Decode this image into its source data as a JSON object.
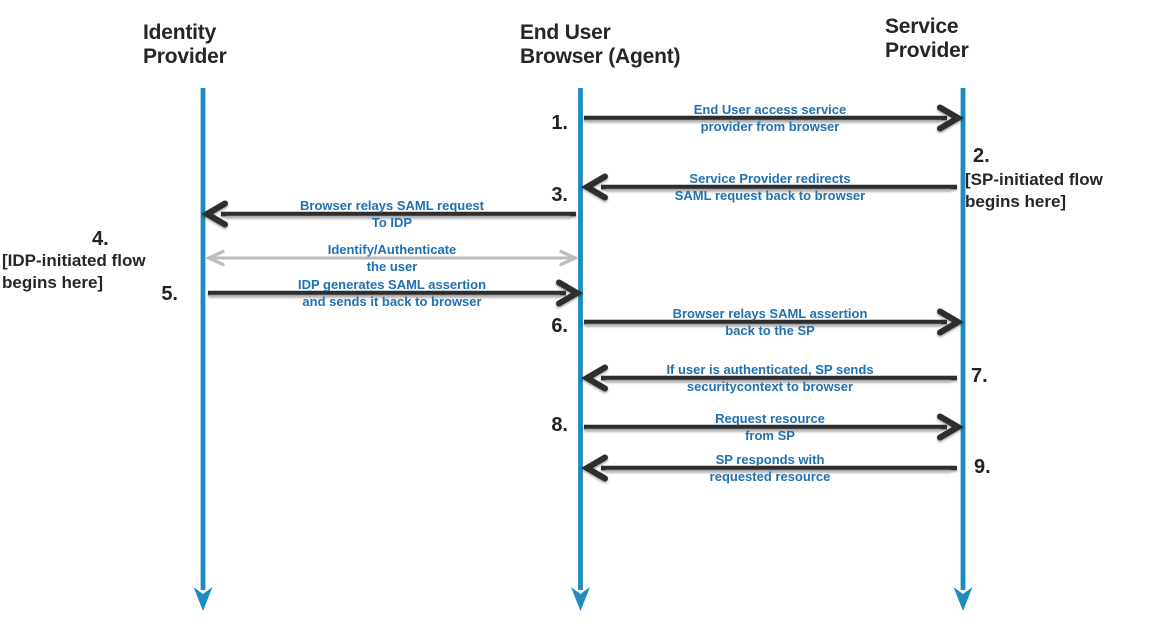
{
  "diagram": {
    "actors": [
      {
        "id": "identity-provider",
        "line1": "Identity",
        "line2": "Provider"
      },
      {
        "id": "end-user-browser",
        "line1": "End User",
        "line2": "Browser (Agent)"
      },
      {
        "id": "service-provider",
        "line1": "Service",
        "line2": "Provider"
      }
    ],
    "messages": [
      {
        "num": "1.",
        "direction": "right",
        "from": "End User Browser",
        "to": "Service Provider",
        "line1": "End User access service",
        "line2": "provider from browser"
      },
      {
        "num": "3.",
        "direction": "left",
        "from": "Service Provider",
        "to": "End User Browser",
        "line1": "Service Provider redirects",
        "line2": "SAML request back to browser"
      },
      {
        "num": "",
        "direction": "left",
        "from": "End User Browser",
        "to": "Identity Provider",
        "line1": "Browser relays SAML request",
        "line2": "To IDP"
      },
      {
        "num": "",
        "direction": "both",
        "from": "Identity Provider",
        "to": "End User Browser",
        "line1": "Identify/Authenticate",
        "line2": "the user"
      },
      {
        "num": "5.",
        "direction": "right",
        "from": "Identity Provider",
        "to": "End User Browser",
        "line1": "IDP generates SAML assertion",
        "line2": "and sends it back to browser"
      },
      {
        "num": "6.",
        "direction": "right",
        "from": "End User Browser",
        "to": "Service Provider",
        "line1": "Browser relays SAML assertion",
        "line2": "back to the SP"
      },
      {
        "num": "7.",
        "direction": "left",
        "from": "Service Provider",
        "to": "End User Browser",
        "line1": "If user is authenticated, SP sends",
        "line2": "securitycontext to browser"
      },
      {
        "num": "8.",
        "direction": "right",
        "from": "End User Browser",
        "to": "Service Provider",
        "line1": "Request resource",
        "line2": "from SP"
      },
      {
        "num": "9.",
        "direction": "left",
        "from": "Service Provider",
        "to": "End User Browser",
        "line1": "SP responds with",
        "line2": "requested resource"
      }
    ],
    "notes": [
      {
        "num": "2.",
        "anchor": "Service Provider",
        "line1": "[SP-initiated flow",
        "line2": "begins here]"
      },
      {
        "num": "4.",
        "anchor": "Identity Provider",
        "line1": "[IDP-initiated flow",
        "line2": "begins here]"
      }
    ],
    "colors": {
      "lifeline_blue": "#1e8cbf",
      "arrow_dark": "#2d2d2d",
      "arrow_gray": "#bdbdbd",
      "label_blue": "#2071b2",
      "text_dark": "#262626"
    }
  }
}
